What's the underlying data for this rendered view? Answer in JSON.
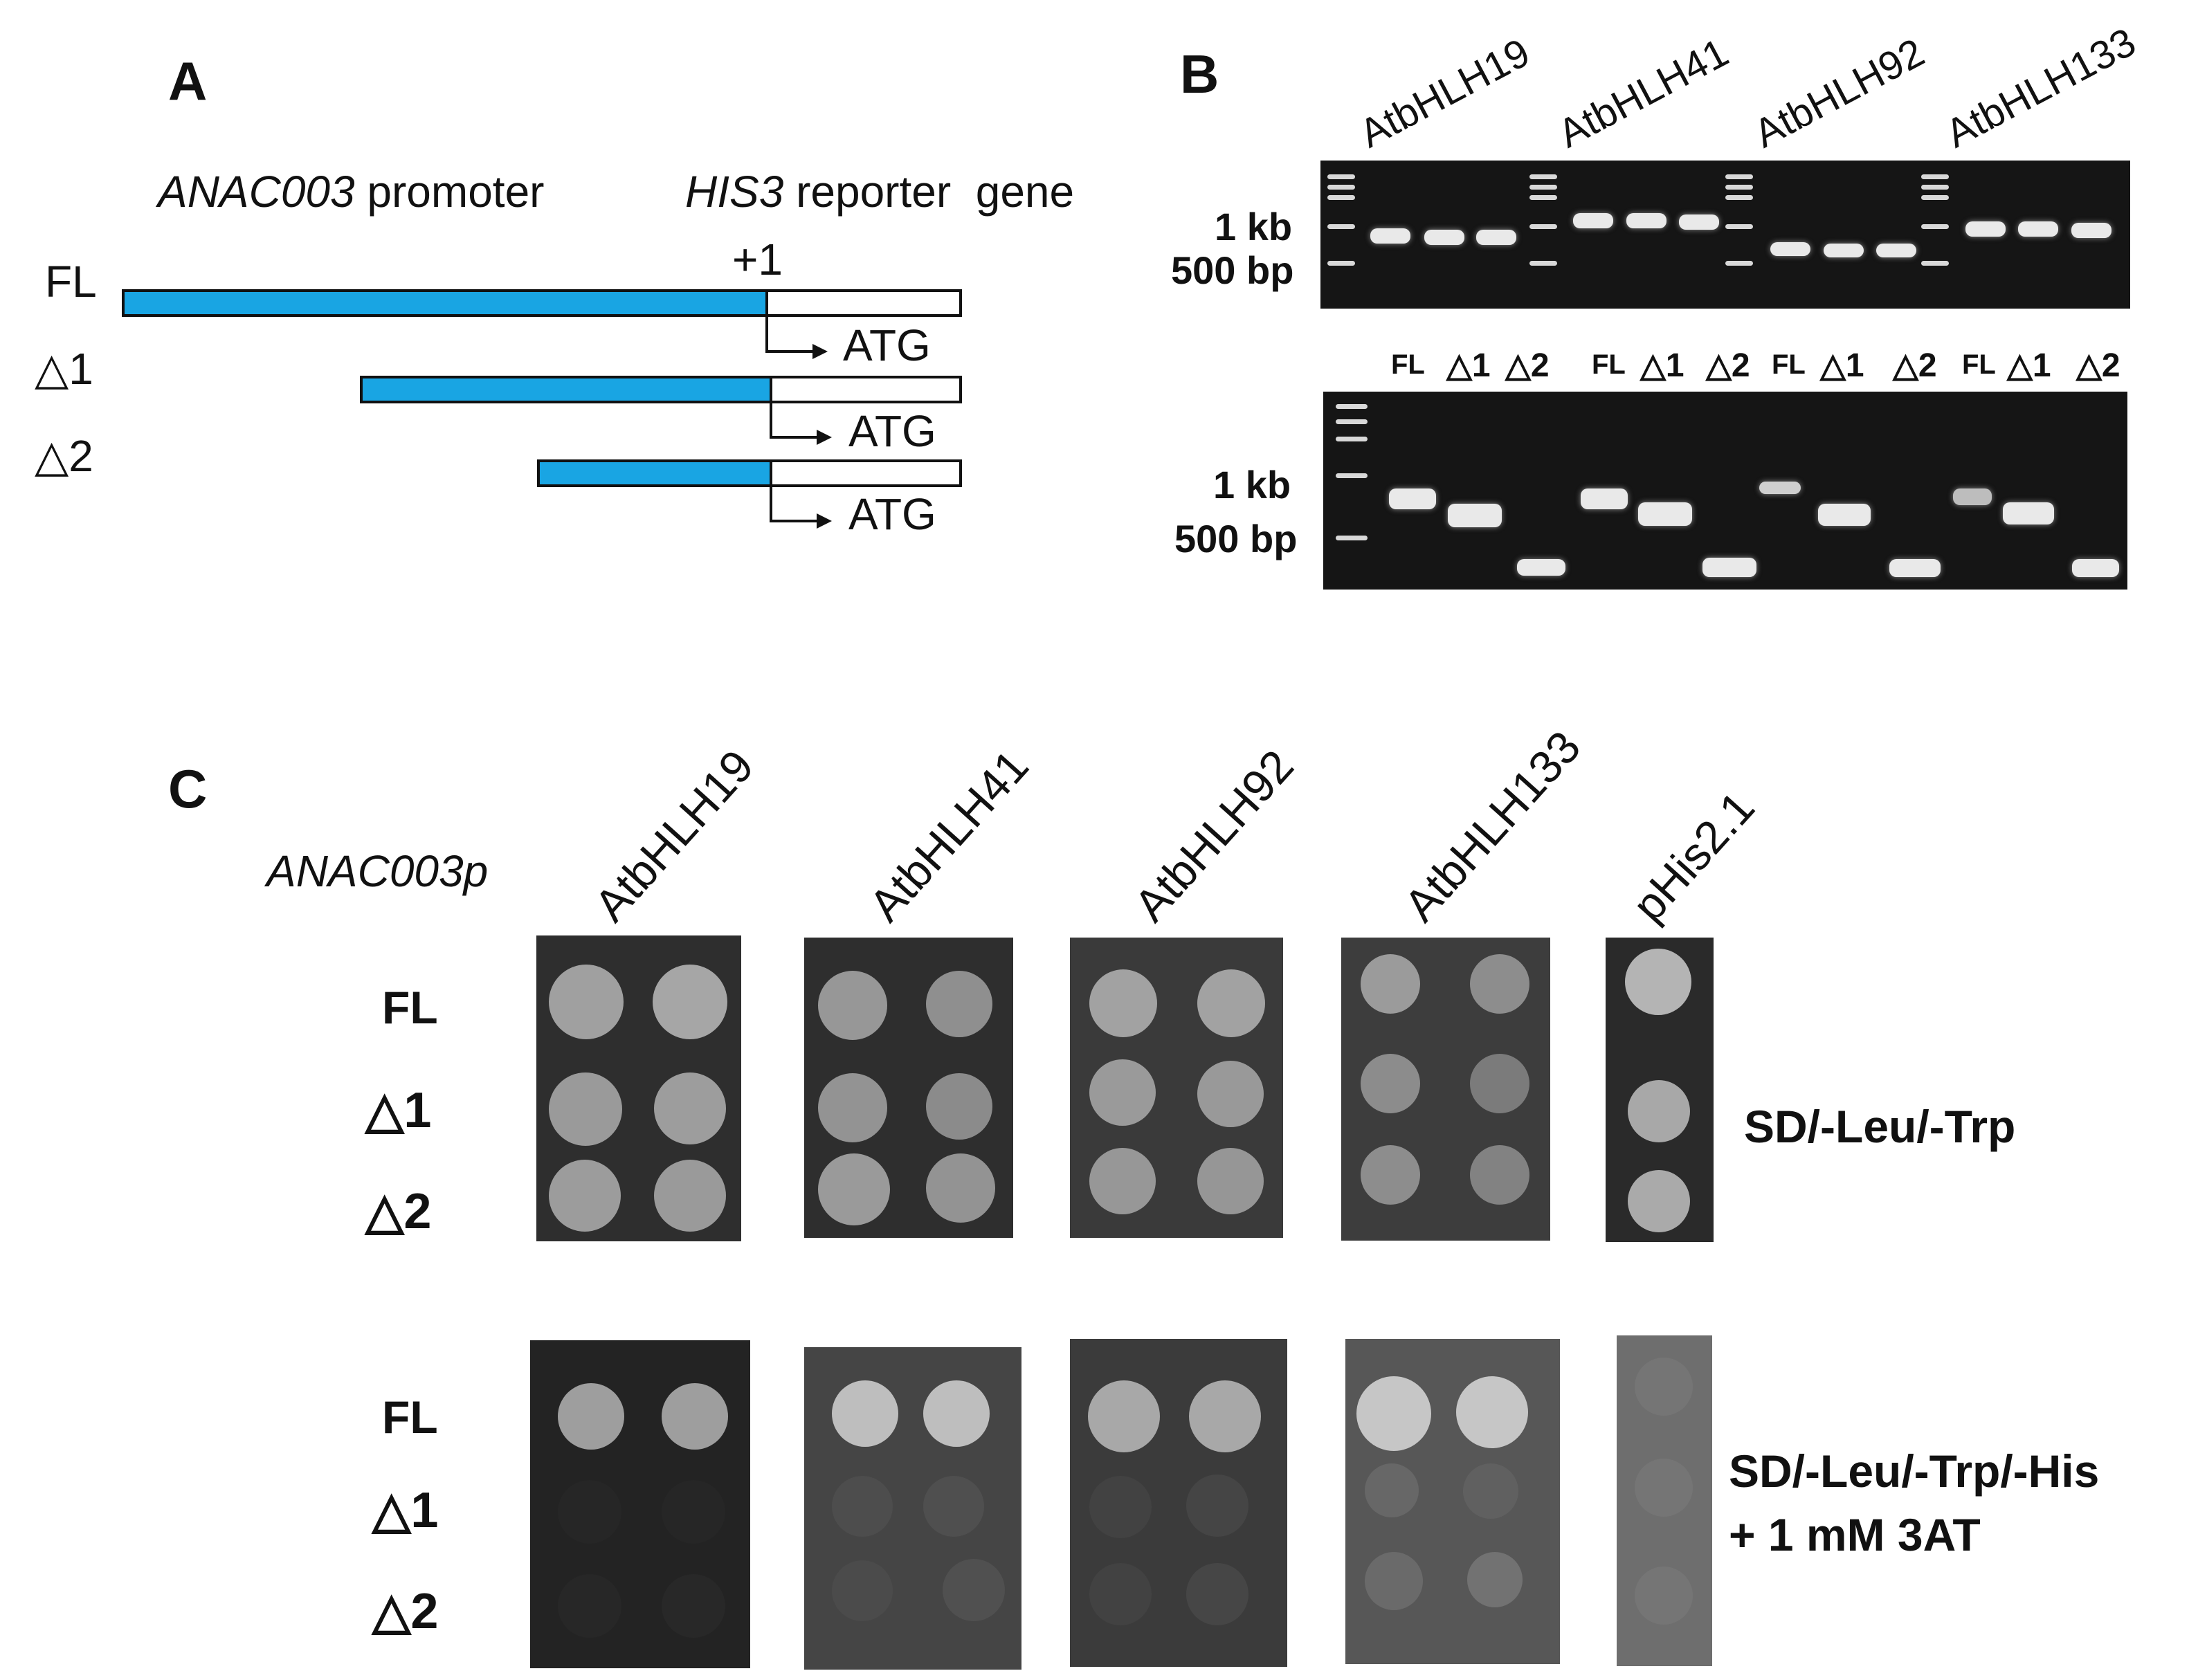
{
  "panelA": {
    "letter": "A",
    "promoter_gene": "ANAC003",
    "promoter_word": "promoter",
    "reporter_gene": "HIS3",
    "reporter_words": "reporter  gene",
    "tss": "+1",
    "constructs": [
      {
        "label": "FL",
        "atg": "ATG"
      },
      {
        "label": "△1",
        "atg": "ATG"
      },
      {
        "label": "△2",
        "atg": "ATG"
      }
    ],
    "colors": {
      "promoter_bar": "#19a5e3"
    }
  },
  "panelB": {
    "letter": "B",
    "genes": [
      "AtbHLH19",
      "AtbHLH41",
      "AtbHLH92",
      "AtbHLH133"
    ],
    "size_markers": [
      "1 kb",
      "500 bp"
    ],
    "lane_labels": [
      "FL",
      "△1",
      "△2",
      "FL",
      "△1",
      "△2",
      "FL",
      "△1",
      "△2",
      "FL",
      "△1",
      "△2"
    ]
  },
  "panelC": {
    "letter": "C",
    "promoter": "ANAC003p",
    "columns": [
      "AtbHLH19",
      "AtbHLH41",
      "AtbHLH92",
      "AtbHLH133",
      "pHis2.1"
    ],
    "row_labels": [
      "FL",
      "△1",
      "△2"
    ],
    "media": {
      "top": "SD/-Leu/-Trp",
      "bottom_line1": "SD/-Leu/-Trp/-His",
      "bottom_line2": "+ 1 mM 3AT"
    }
  }
}
